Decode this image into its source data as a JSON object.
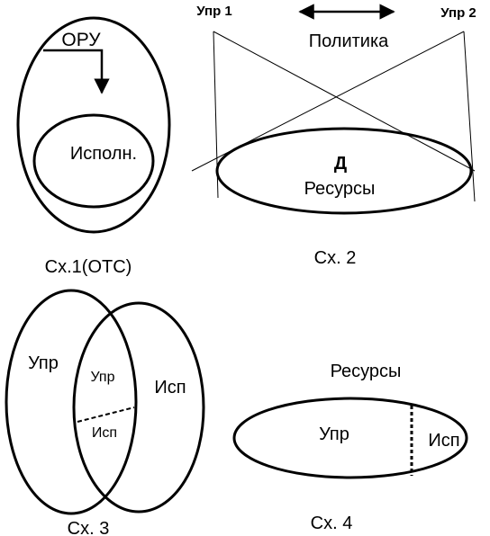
{
  "colors": {
    "ink": "#000000",
    "background": "#ffffff"
  },
  "schema1": {
    "top_label": "ОРУ",
    "inner_label": "Исполн.",
    "caption": "Сх.1(ОТС)"
  },
  "schema2": {
    "left_label": "Упр 1",
    "right_label": "Упр 2",
    "middle_label": "Политика",
    "ellipse_top_label": "Д",
    "ellipse_label": "Ресурсы",
    "caption": "Сх. 2"
  },
  "schema3": {
    "left_label": "Упр",
    "overlap_top_label": "Упр",
    "overlap_bottom_label": "Исп",
    "right_label": "Исп",
    "caption": "Сх. 3"
  },
  "schema4": {
    "top_label": "Ресурсы",
    "left_label": "Упр",
    "right_label": "Исп",
    "caption": "Сх. 4"
  }
}
